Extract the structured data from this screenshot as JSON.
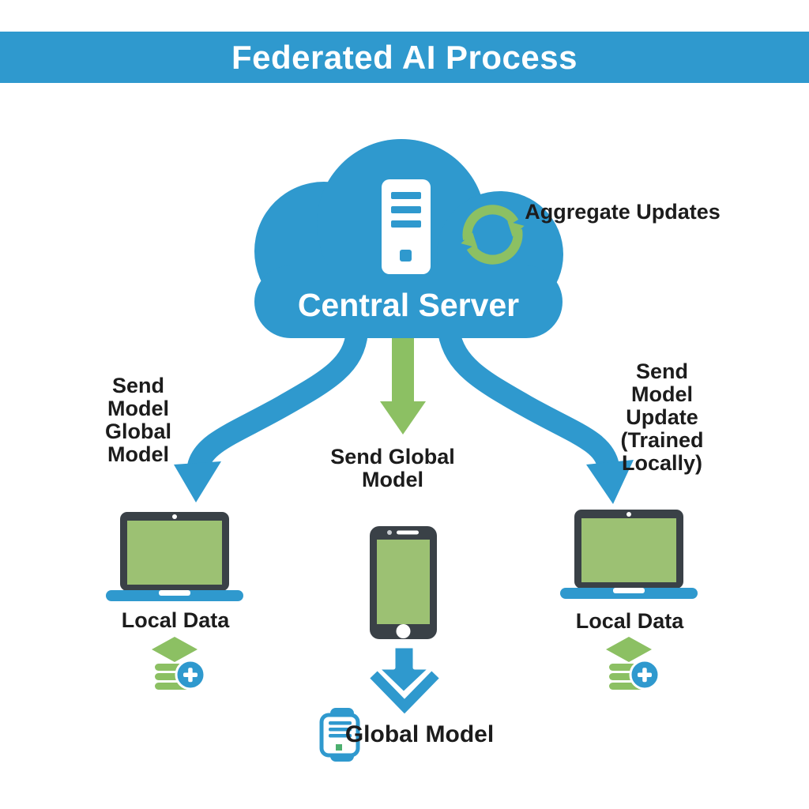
{
  "header": {
    "title": "Federated AI Process"
  },
  "colors": {
    "blue": "#2F99CE",
    "green": "#8CC063",
    "screen_green": "#9CC173",
    "device_dark": "#3A4147",
    "status_green": "#4CAF6E",
    "text": "#1C1C1C"
  },
  "cloud": {
    "label": "Central Server"
  },
  "annotations": {
    "aggregate": "Aggregate Updates"
  },
  "arrows": {
    "left_label": "Send\nModel\nGlobal\nModel",
    "middle_label": "Send Global\nModel",
    "right_label": "Send\nModel\nUpdate\n(Trained\nLocally)"
  },
  "devices": {
    "left_laptop": {
      "label": "Local Data"
    },
    "right_laptop": {
      "label": "Local Data"
    },
    "global_model": {
      "label": "Global Model"
    }
  }
}
